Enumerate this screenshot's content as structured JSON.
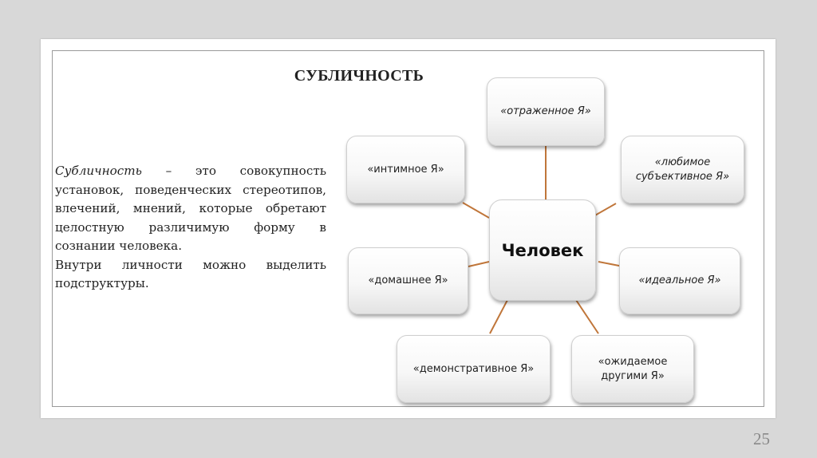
{
  "slide": {
    "title": "СУБЛИЧНОСТЬ",
    "definition_term": "Субличность",
    "definition_rest": " – это совокупность установок, поведенческих стереотипов, влечений, мнений, которые обретают целостную различимую форму в сознании человека.",
    "second_paragraph": "Внутри личности можно выделить подструктуры.",
    "page_number": "25"
  },
  "diagram": {
    "center": "Человек",
    "line_color": "#c0763a",
    "nodes": {
      "reflected": "«отраженное Я»",
      "intimate": "«интимное Я»",
      "beloved": "«любимое субъективное Я»",
      "home": "«домашнее Я»",
      "ideal": "«идеальное Я»",
      "demonstrative": "«демонстративное Я»",
      "expected": "«ожидаемое другими Я»"
    }
  }
}
